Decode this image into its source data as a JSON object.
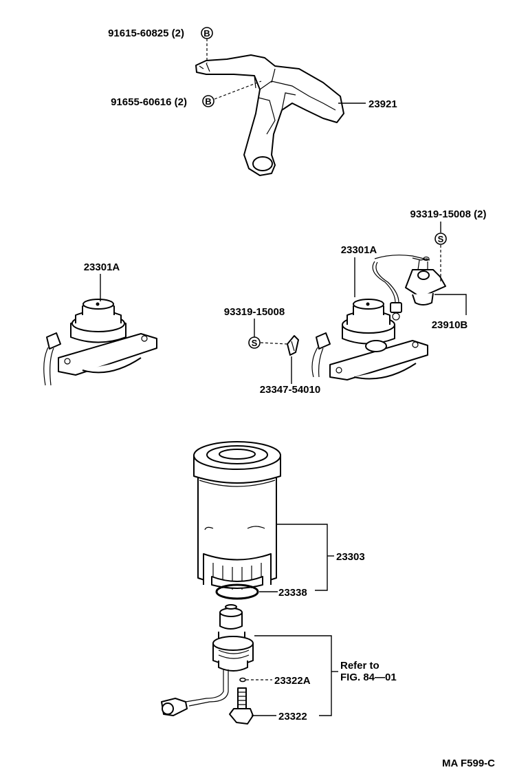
{
  "labels": {
    "bolt_top": "91615-60825 (2)",
    "bolt_mid": "91655-60616 (2)",
    "bracket": "23921",
    "screw_right": "93319-15008 (2)",
    "filter_head_left": "23301A",
    "filter_head_right": "23301A",
    "sensor": "23910B",
    "screw_mid": "93319-15008",
    "clip": "23347-54010",
    "filter": "23303",
    "gasket": "23338",
    "oring": "23322A",
    "drain_plug": "23322",
    "refer_line1": "Refer to",
    "refer_line2": "FIG. 84—01",
    "figure_code": "MA F599-C"
  },
  "markers": {
    "bolt": "B",
    "screw": "S"
  }
}
